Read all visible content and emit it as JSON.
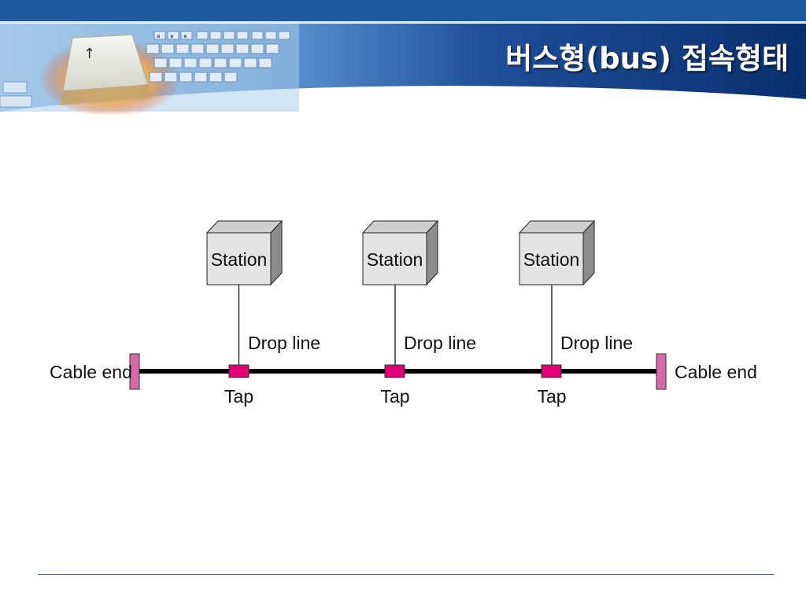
{
  "slide": {
    "title": "버스형(bus) 접속형태"
  },
  "header": {
    "keyboard_key_arrow": "↑",
    "colors": {
      "band_dark": "#0a2f6e",
      "band_light": "#2f6fb6",
      "top_stripe": "#1f5aa0"
    }
  },
  "diagram": {
    "stations": [
      {
        "label": "Station",
        "drop_label": "Drop line",
        "tap_label": "Tap"
      },
      {
        "label": "Station",
        "drop_label": "Drop line",
        "tap_label": "Tap"
      },
      {
        "label": "Station",
        "drop_label": "Drop line",
        "tap_label": "Tap"
      }
    ],
    "cable_end_left": "Cable end",
    "cable_end_right": "Cable end",
    "colors": {
      "station_front": "#e4e4e4",
      "station_top": "#cfcfcf",
      "station_side": "#8c8c8c",
      "tap": "#e0007a",
      "cable_end": "#d96aa8",
      "bus": "#000000"
    }
  }
}
